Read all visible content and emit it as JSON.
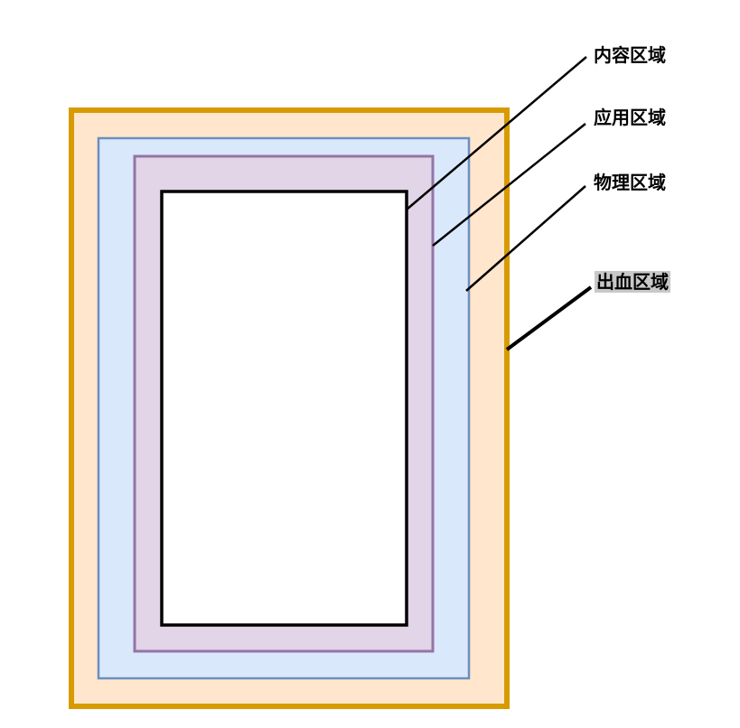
{
  "labels": {
    "content_area": "内容区域",
    "app_area": "应用区域",
    "physical_area": "物理区域",
    "bleed_area": "出血区域"
  },
  "colors": {
    "bleed_fill": "#ffe6cc",
    "bleed_stroke": "#d79b00",
    "physical_fill": "#dae8fc",
    "physical_stroke": "#6c8ebf",
    "app_fill": "#e1d5e7",
    "app_stroke": "#9673a6",
    "content_fill": "#ffffff",
    "content_stroke": "#000000",
    "label_highlight": "#c8c8c8"
  }
}
